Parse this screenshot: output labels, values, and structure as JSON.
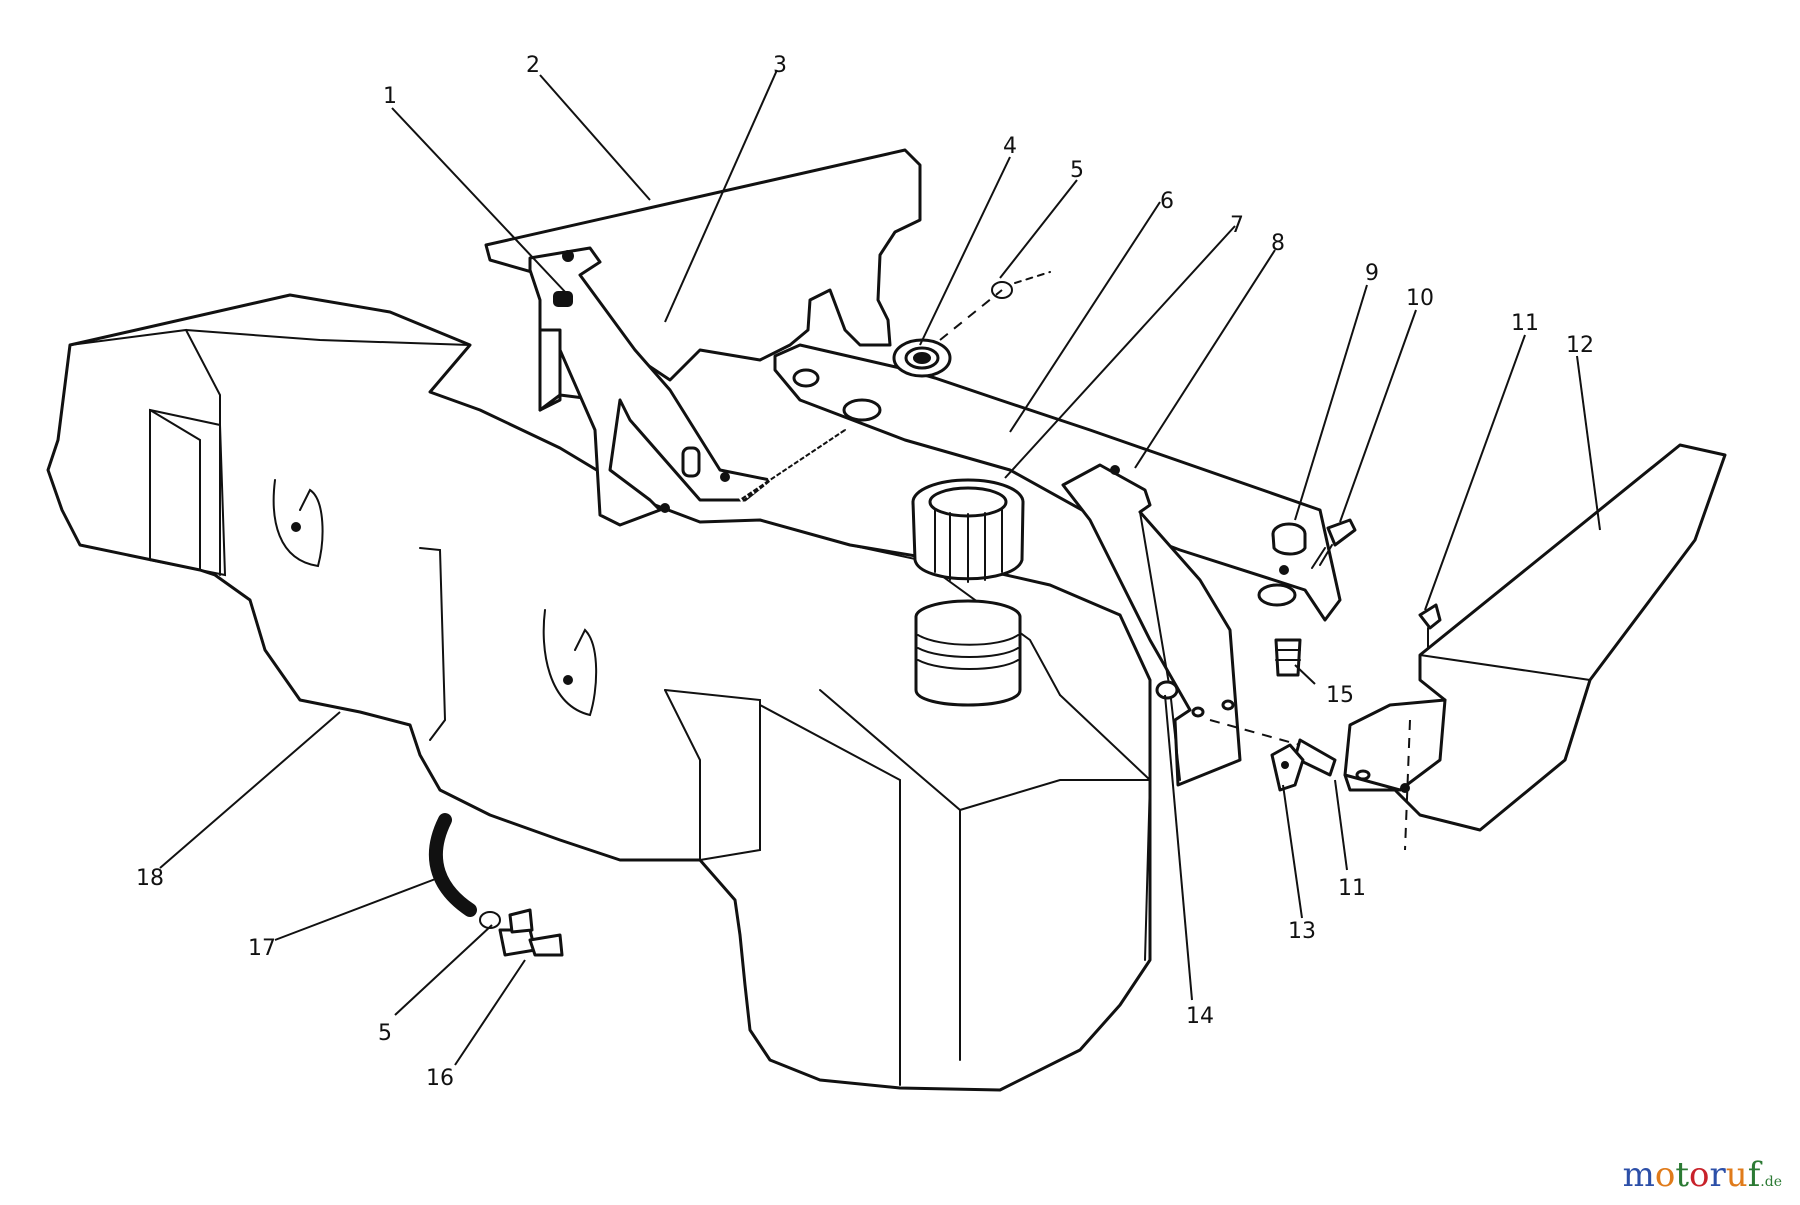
{
  "diagram": {
    "callouts": [
      "1",
      "2",
      "3",
      "4",
      "5",
      "6",
      "7",
      "8",
      "9",
      "10",
      "11",
      "12",
      "5",
      "16",
      "17",
      "18",
      "11",
      "13",
      "14",
      "15"
    ]
  },
  "watermark": {
    "text": "motoruf.de",
    "letters": [
      "m",
      "o",
      "t",
      "o",
      "r",
      "u",
      "f"
    ],
    "tld": ".de",
    "colors": [
      "#2c4fa8",
      "#e07b1a",
      "#2c7a34",
      "#c8222a",
      "#2c4fa8",
      "#e07b1a",
      "#2c7a34"
    ]
  }
}
